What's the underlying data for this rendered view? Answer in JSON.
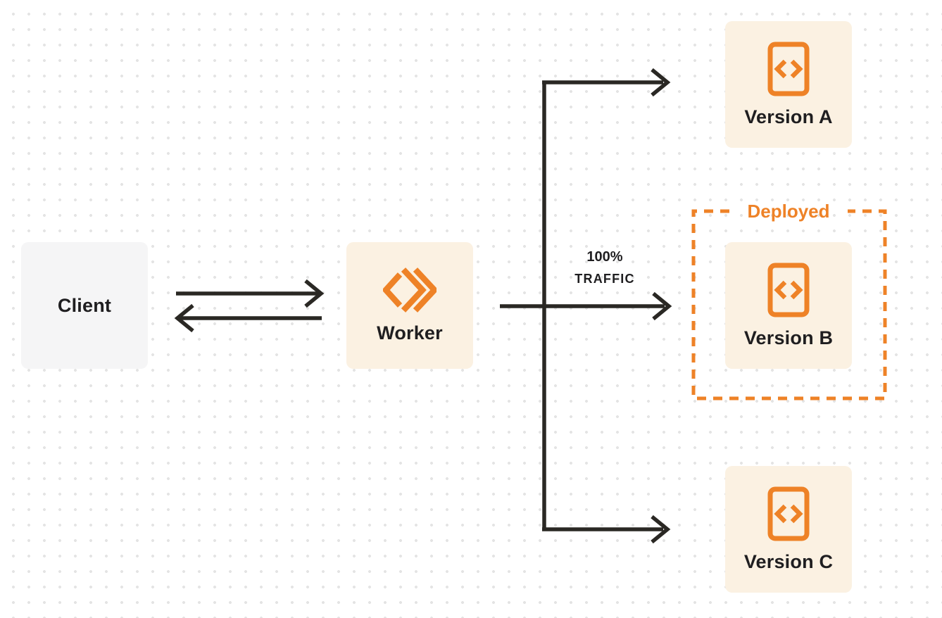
{
  "diagram": {
    "nodes": {
      "client": {
        "label": "Client"
      },
      "worker": {
        "label": "Worker"
      },
      "version_a": {
        "label": "Version A"
      },
      "version_b": {
        "label": "Version B"
      },
      "version_c": {
        "label": "Version C"
      }
    },
    "annotations": {
      "deployed": "Deployed",
      "traffic_line1": "100%",
      "traffic_line2": "TRAFFIC"
    },
    "icons": {
      "worker": "cloudflare-workers-logo-icon",
      "version": "code-file-icon"
    },
    "colors": {
      "accent_orange": "#EE8227",
      "node_cream_bg": "#FBF1E2",
      "node_gray_bg": "#F5F5F6",
      "connector_black": "#2A2824",
      "dot_grid_gray": "#E4E4E4",
      "text_dark": "#1F1E20"
    }
  }
}
